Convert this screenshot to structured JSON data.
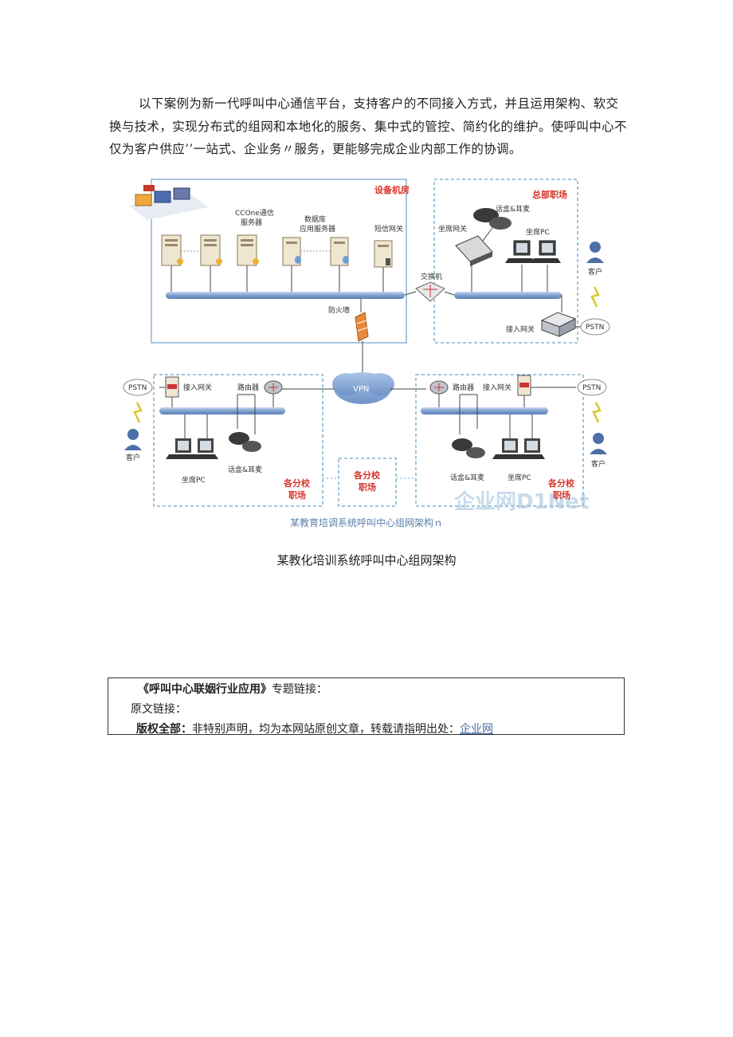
{
  "intro": "以下案例为新一代呼叫中心通信平台，支持客户的不同接入方式，并且运用架构、软交换与技术，实现分布式的组网和本地化的服务、集中式的管控、简约化的维护。使呼叫中心不仅为客户供应’’一站式、企业务〃服务，更能够完成企业内部工作的协调。",
  "diagram": {
    "equipment_room": "设备机房",
    "hq_room": "总部职场",
    "ccone_server": "CCOne通信服务器",
    "ccone_line1": "CCOne通信",
    "ccone_line2": "服务器",
    "db_line1": "数据库",
    "db_line2": "应用服务器",
    "sms_gateway": "短信网关",
    "seat_gateway": "坐席网关",
    "phone_headset": "话盒&耳麦",
    "seat_pc": "坐席PC",
    "switch": "交换机",
    "firewall": "防火墙",
    "access_gateway": "接入网关",
    "router": "路由器",
    "pstn": "PSTN",
    "customer": "客户",
    "vpn": "VPN",
    "branch_line1": "各分校",
    "branch_line2": "职场",
    "watermark": "企业网D1Net"
  },
  "caption_image": "某教育培调系统呼叫中心组网架构ｎ",
  "caption": "某教化培训系统呼叫中心组网架构",
  "links": {
    "topic_title": "《呼叫中心联姻行业应用》",
    "topic_suffix": "专题链接：",
    "original_link_label": "原文链接：",
    "copyright_label": "版权全部：",
    "copyright_text": "非特别声明，均为本网站原创文章，转载请指明出处：",
    "source_link": "企业网"
  }
}
